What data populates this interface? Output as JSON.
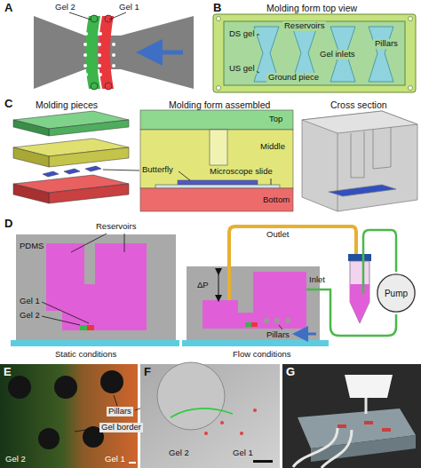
{
  "diagram": {
    "nodes": [
      {
        "text": [
          "Pump"
        ]
      }
    ],
    "labels": [
      "A",
      "Gel 2",
      "Gel 1",
      "B",
      "Molding form top view",
      "Reservoirs",
      "DS gel",
      "US gel",
      "Gel inlets",
      "Pillars",
      "Ground piece",
      "C",
      "Molding pieces",
      "Molding form assembled",
      "Cross section",
      "Top",
      "Middle",
      "Butterfly",
      "Microscope slide",
      "Bottom",
      "D",
      "PDMS",
      "Reservoirs",
      "Gel 1",
      "Gel 2",
      "Static conditions",
      "Outlet",
      "Inlet",
      "ΔP",
      "Pillars",
      "Flow conditions",
      "E",
      "Pillars",
      "Gel border",
      "Gel 2",
      "Gel 1",
      "F",
      "Gel 2",
      "Gel 1",
      "G"
    ]
  }
}
